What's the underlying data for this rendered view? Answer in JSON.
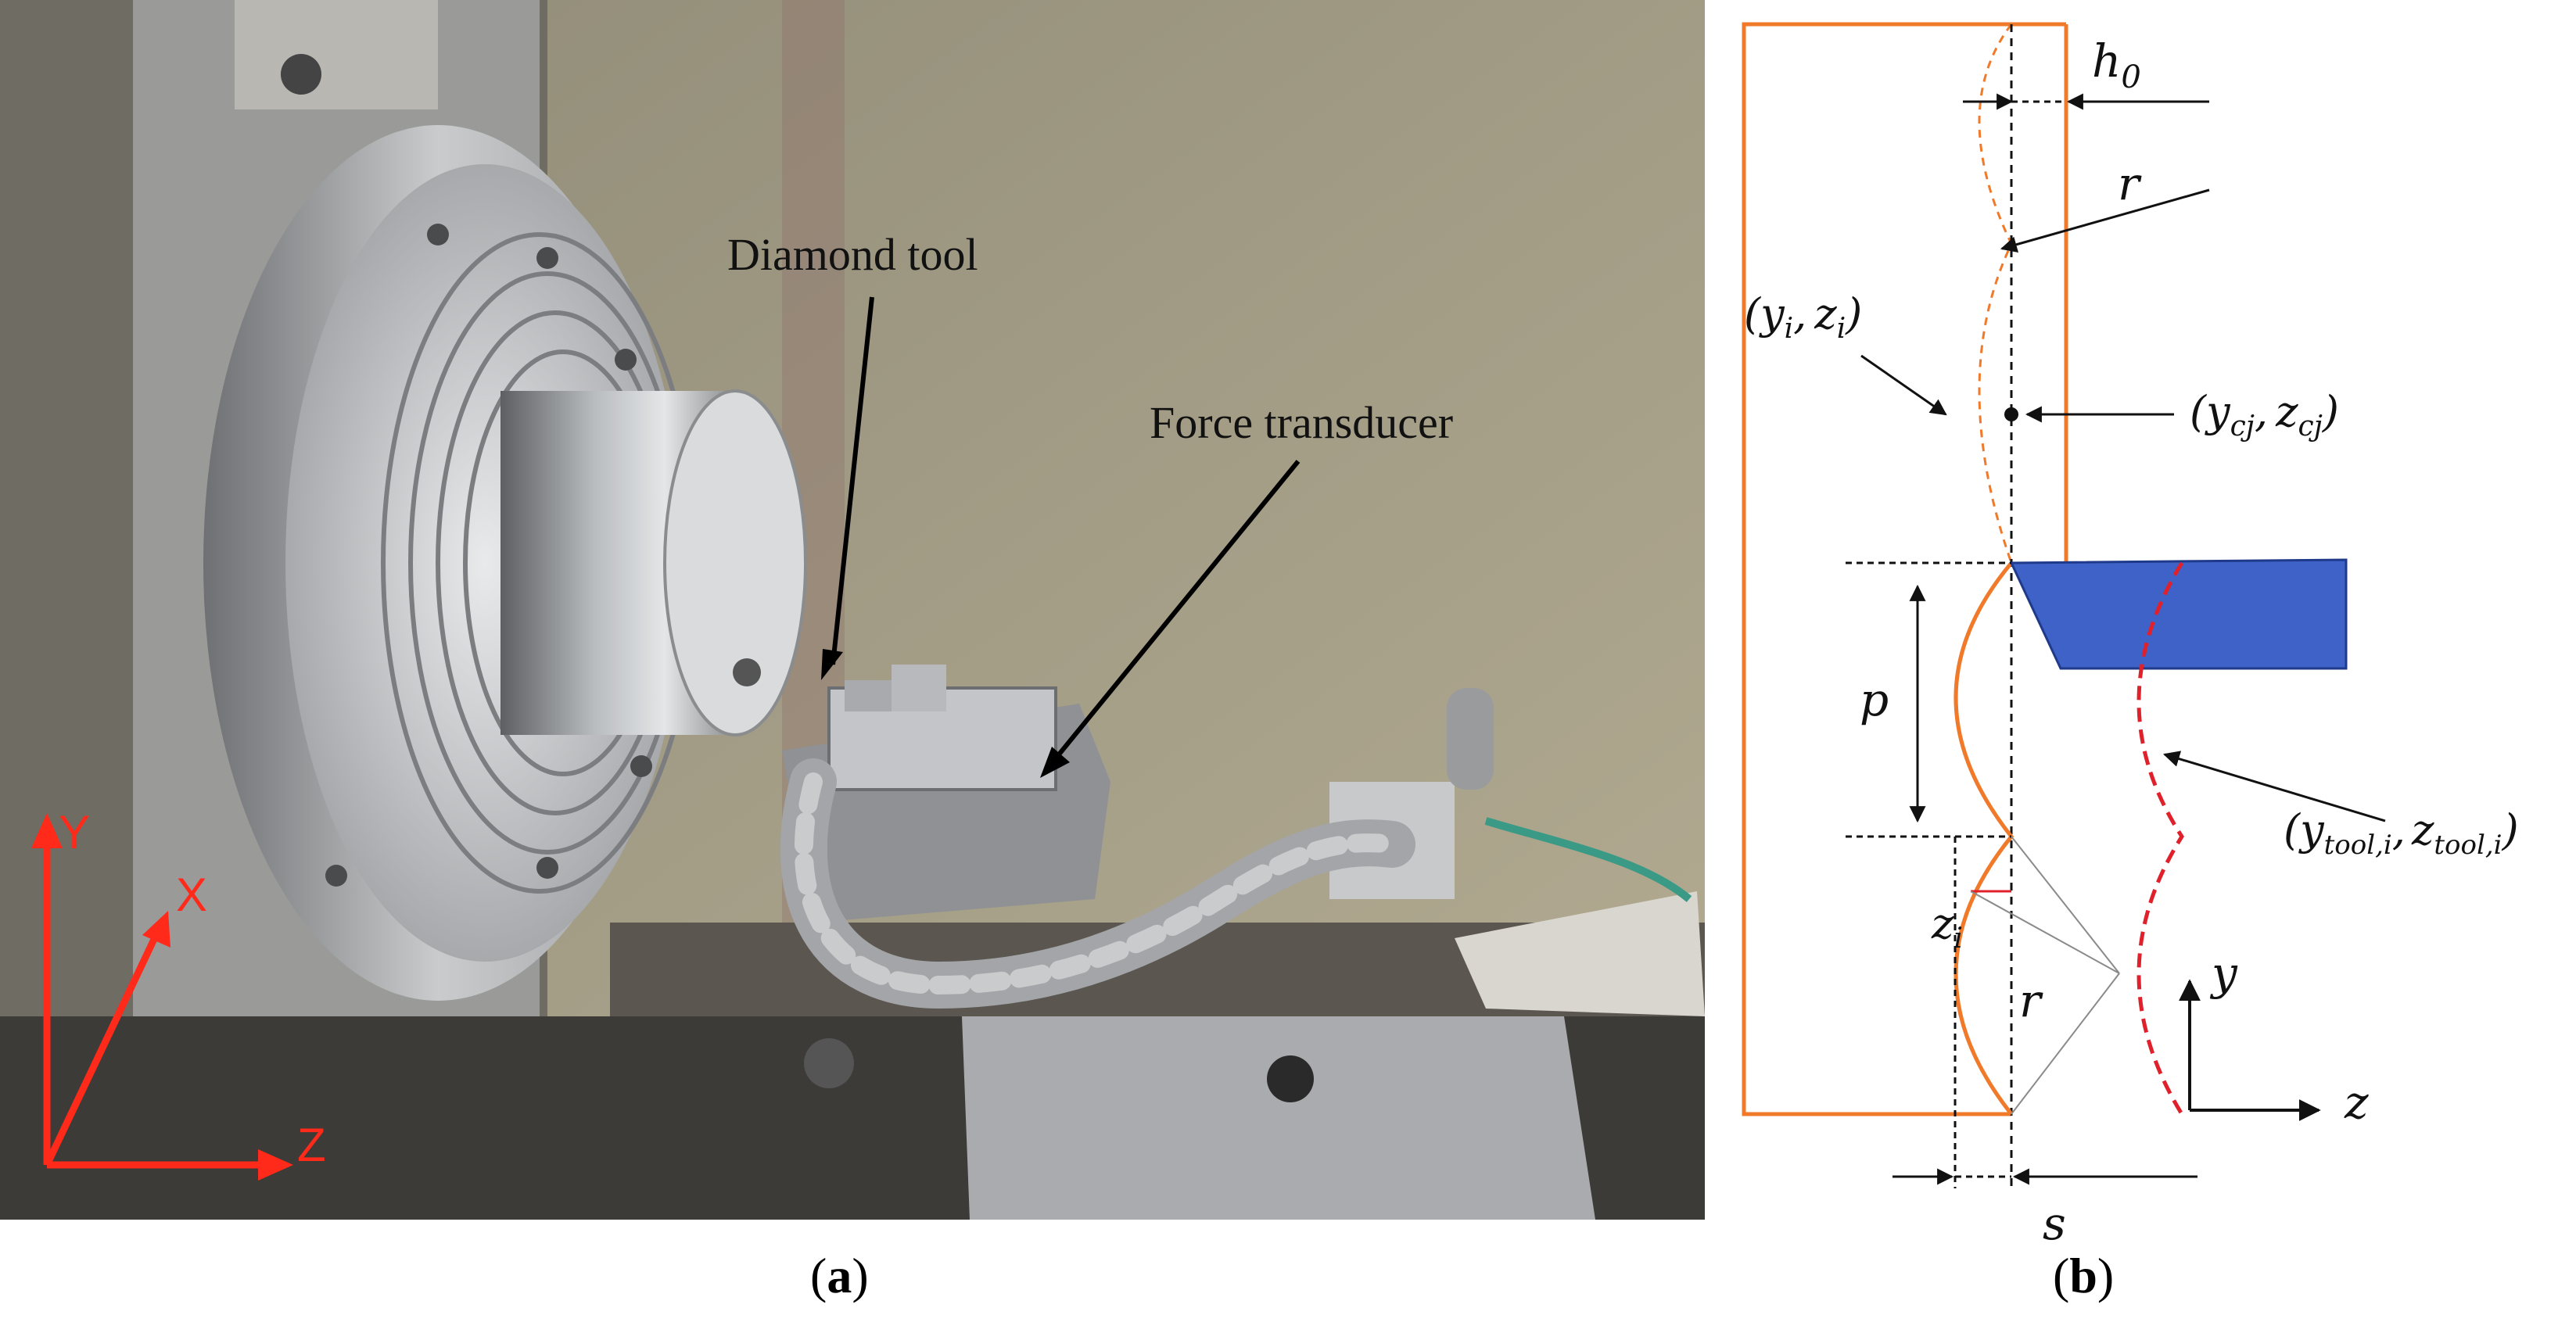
{
  "panel_a": {
    "caption_label": "a",
    "callouts": {
      "diamond_tool": "Diamond tool",
      "force_transducer": "Force transducer"
    },
    "axes": {
      "x": "X",
      "y": "Y",
      "z": "Z"
    },
    "axis_color": "#ff2a1a"
  },
  "panel_b": {
    "caption_label": "b",
    "labels": {
      "h0_main": "h",
      "h0_sub": "0",
      "r_top": "r",
      "yi_zi_y": "y",
      "yi_zi_i1": "i",
      "yi_zi_comma": ",",
      "yi_zi_z": "z",
      "yi_zi_i2": "i",
      "ycj_y": "y",
      "ycj_sub1": "cj",
      "ycj_comma": ",",
      "ycj_z": "z",
      "ycj_sub2": "cj",
      "p": "p",
      "tool_y": "y",
      "tool_sub1": "tool,i",
      "tool_comma": ",",
      "tool_z": "z",
      "tool_sub2": "tool,i",
      "zi_main": "z",
      "zi_sub": "i",
      "r_bottom": "r",
      "s": "s",
      "axis_y": "y",
      "axis_z": "z"
    },
    "colors": {
      "workpiece": "#f07a2a",
      "tool_fill": "#3f62c8",
      "tool_path": "#e0202a",
      "line": "#111111"
    }
  }
}
